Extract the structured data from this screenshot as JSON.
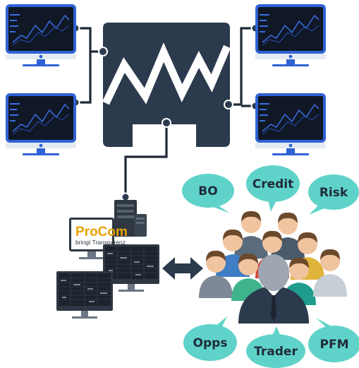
{
  "bubbles": {
    "bo": "BO",
    "credit": "Credit",
    "risk": "Risk",
    "opps": "Opps",
    "trader": "Trader",
    "pfm": "PFM"
  },
  "logo": {
    "name": "ProCom",
    "tagline": "bringt Transparenz"
  },
  "colors": {
    "navy": "#2b3a4d",
    "screen": "#101725",
    "monitor_blue": "#2f62d6",
    "bubble": "#5fd3c9",
    "arrow": "#2b3a4d"
  }
}
